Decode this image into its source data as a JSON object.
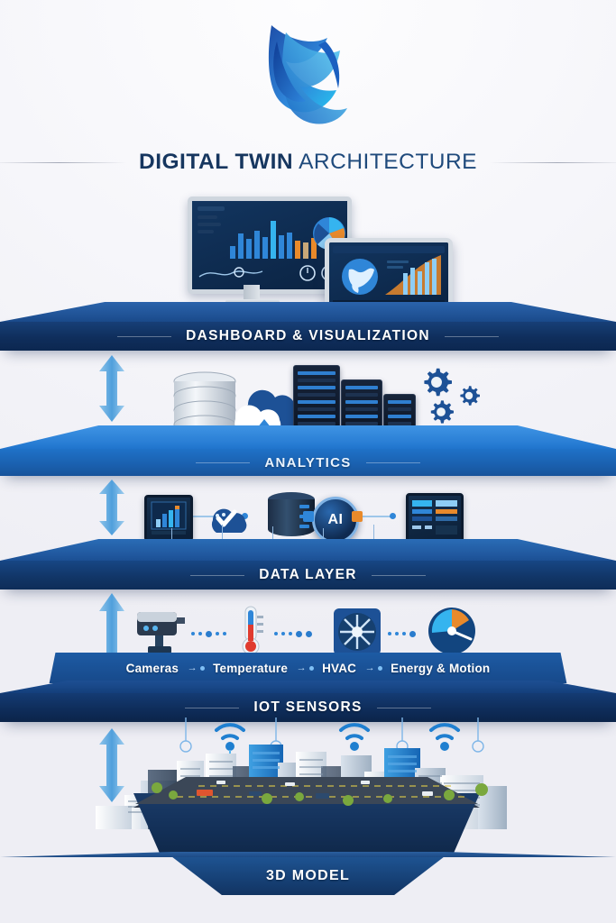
{
  "header": {
    "logo_name": "digital-twin-swoosh-logo",
    "title_bold": "DIGITAL TWIN",
    "title_light": "ARCHITECTURE"
  },
  "colors": {
    "background": "#f4f4f8",
    "navy_dark": "#0f2e5c",
    "navy_mid": "#17539a",
    "blue_bright": "#2176cf",
    "blue_light": "#5aa9e6",
    "arrow_blue": "#57a3dd",
    "accent_orange": "#e98a2b",
    "text_white": "#ffffff",
    "title_navy": "#16365f"
  },
  "layers": [
    {
      "id": "dashboard",
      "label": "DASHBOARD & VISUALIZATION",
      "top_color": "#1b4b8c",
      "face_color": "#0f2e5c",
      "icons": [
        "desktop-monitor",
        "tablet"
      ]
    },
    {
      "id": "analytics",
      "label": "ANALYTICS",
      "top_color": "#2176cf",
      "face_color": "#17539a",
      "icons": [
        "database-cylinder",
        "cloud-upload",
        "server-rack",
        "gear"
      ]
    },
    {
      "id": "data",
      "label": "DATA LAYER",
      "top_color": "#1d5196",
      "face_color": "#113566",
      "icons": [
        "bar-chart-panel",
        "cloud-check",
        "database-stack",
        "ai-badge",
        "dashboard-panel"
      ]
    },
    {
      "id": "iot",
      "label": "IOT SENSORS",
      "top_color": "#15407c",
      "face_color": "#0e2c59",
      "icons": [
        "security-camera",
        "thermometer",
        "hvac-fan",
        "gauge-meter"
      ]
    },
    {
      "id": "3d",
      "label": "3D MODEL",
      "top_color": "#1d4a85",
      "face_color": "#164075",
      "icons": [
        "isometric-city",
        "wifi-signal"
      ]
    }
  ],
  "data_layer_nodes": [
    {
      "icon": "bar-chart-panel"
    },
    {
      "icon": "cloud-check"
    },
    {
      "icon": "database-stack"
    },
    {
      "icon": "ai-badge",
      "text": "AI"
    },
    {
      "icon": "dashboard-panel"
    }
  ],
  "iot_sensors": [
    {
      "label": "Cameras",
      "icon": "security-camera-icon"
    },
    {
      "label": "Temperature",
      "icon": "thermometer-icon"
    },
    {
      "label": "HVAC",
      "icon": "hvac-fan-icon"
    },
    {
      "label": "Energy & Motion",
      "icon": "gauge-meter-icon"
    }
  ],
  "arrows": [
    {
      "name": "arrow-dashboard-analytics",
      "direction": "bidirectional"
    },
    {
      "name": "arrow-analytics-data",
      "direction": "bidirectional"
    },
    {
      "name": "arrow-data-iot",
      "direction": "bidirectional"
    },
    {
      "name": "arrow-iot-3dmodel",
      "direction": "bidirectional"
    }
  ],
  "chart_data": {
    "type": "bar",
    "title": "Dashboard bar chart (monitor screen)",
    "categories": [
      "1",
      "2",
      "3",
      "4",
      "5",
      "6",
      "7",
      "8",
      "9",
      "10",
      "11"
    ],
    "values": [
      18,
      42,
      30,
      47,
      34,
      75,
      40,
      46,
      28,
      52,
      45
    ],
    "series_colors": [
      "#2f86d8",
      "#2f86d8",
      "#2f86d8",
      "#2f86d8",
      "#2f86d8",
      "#35b4ef",
      "#2f86d8",
      "#2f86d8",
      "#e98a2b",
      "#c8a878",
      "#e98a2b"
    ],
    "pie_slices": [
      32,
      22,
      18,
      16,
      12
    ],
    "pie_colors": [
      "#2f86d8",
      "#35b4ef",
      "#8ecdf5",
      "#e98a2b",
      "#1d5196"
    ],
    "xlabel": "",
    "ylabel": "",
    "grid": false,
    "legend": "none"
  }
}
